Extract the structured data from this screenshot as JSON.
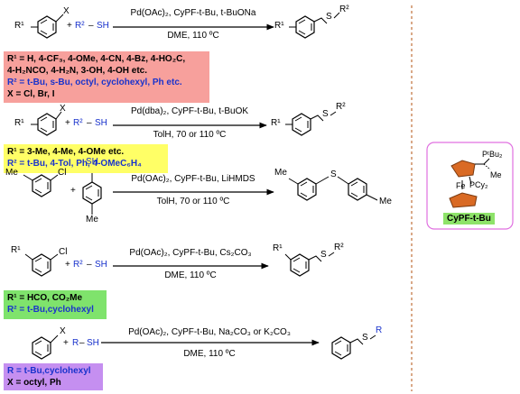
{
  "reactions": [
    {
      "id": 1,
      "aryl_sub": "R¹",
      "aryl_x": "X",
      "plus": "+",
      "thiol_r": "R²",
      "thiol_sh": "SH",
      "conditions_top": "Pd(OAc)₂, CyPF-t-Bu, t-BuONa",
      "conditions_bottom": "DME, 110 ºC",
      "prod_sub": "R¹",
      "prod_s": "S",
      "prod_r": "R²",
      "box_color": "#f7a09c",
      "box_lines": [
        {
          "text": "R¹ = H, 4-CF₃, 4-OMe, 4-CN, 4-Bz, 4-HO₂C,",
          "blue": false
        },
        {
          "text": "4-H₂NCO, 4-H₂N, 3-OH, 4-OH etc.",
          "blue": false
        },
        {
          "text": "R² = t-Bu, s-Bu, octyl, cyclohexyl, Ph etc.",
          "blue": true
        },
        {
          "text": "X = Cl, Br, I",
          "blue": false
        }
      ]
    },
    {
      "id": 2,
      "aryl_sub": "R¹",
      "aryl_x": "X",
      "plus": "+",
      "thiol_r": "R²",
      "thiol_sh": "SH",
      "conditions_top": "Pd(dba)₂, CyPF-t-Bu, t-BuOK",
      "conditions_bottom": "TolH, 70 or 110 ºC",
      "prod_sub": "R¹",
      "prod_s": "S",
      "prod_r": "R²",
      "box_color": "#ffff66",
      "box_lines": [
        {
          "text": "R¹ = 3-Me, 4-Me, 4-OMe etc.",
          "blue": false
        },
        {
          "text": "R² = t-Bu, 4-Tol, Ph, 4-OMeC₆H₄",
          "blue": true
        }
      ]
    },
    {
      "id": 3,
      "aryl_sub": "Me",
      "aryl_x": "Cl",
      "plus": "+",
      "thiol_sh": "SH",
      "thiol_me": "Me",
      "conditions_top": "Pd(OAc)₂, CyPF-t-Bu, LiHMDS",
      "conditions_bottom": "TolH, 70 or 110 ºC",
      "prod_me_left": "Me",
      "prod_s": "S",
      "prod_me_right": "Me"
    },
    {
      "id": 4,
      "aryl_sub": "R¹",
      "aryl_x": "Cl",
      "plus": "+",
      "thiol_r": "R²",
      "thiol_sh": "SH",
      "conditions_top": "Pd(OAc)₂, CyPF-t-Bu, Cs₂CO₃",
      "conditions_bottom": "DME, 110 ºC",
      "prod_sub": "R¹",
      "prod_s": "S",
      "prod_r": "R²",
      "box_color": "#7fe36c",
      "box_lines": [
        {
          "text": "R¹ = HCO, CO₂Me",
          "blue": false
        },
        {
          "text": "R² = t-Bu,cyclohexyl",
          "blue": true
        }
      ]
    },
    {
      "id": 5,
      "aryl_x": "X",
      "plus": "+",
      "thiol_r": "R",
      "thiol_sh": "SH",
      "conditions_top": "Pd(OAc)₂, CyPF-t-Bu, Na₂CO₃ or K₂CO₃",
      "conditions_bottom": "DME, 110 ºC",
      "prod_s": "S",
      "prod_r": "R",
      "box_color": "#c58ff0",
      "box_lines": [
        {
          "text": "R = t-Bu,cyclohexyl",
          "blue": true
        },
        {
          "text": "X = octyl, Ph",
          "blue": false
        }
      ]
    }
  ],
  "ligand": {
    "ptbu2": "PᵗBu₂",
    "me": "Me",
    "fe": "Fe",
    "pcy2": "PCy₂",
    "name": "CyPF-t-Bu",
    "name_bg": "#8ee36a",
    "frame_color": "#e070e0",
    "cp_color": "#c05a1a"
  },
  "colors": {
    "blue": "#1a33cc",
    "divider": "#c0703a"
  }
}
